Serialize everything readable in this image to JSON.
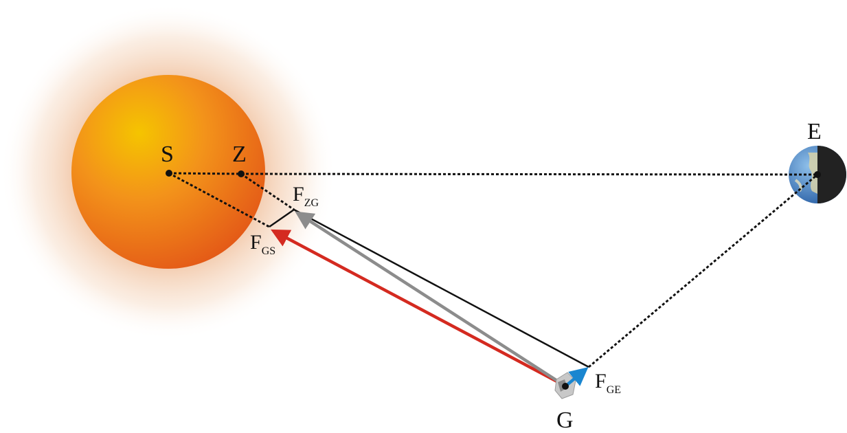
{
  "labels": {
    "S": "S",
    "Z": "Z",
    "E": "E",
    "G": "G"
  },
  "forces": {
    "zg": {
      "symbol": "F",
      "sub": "ZG"
    },
    "gs": {
      "symbol": "F",
      "sub": "GS"
    },
    "ge": {
      "symbol": "F",
      "sub": "GE"
    }
  },
  "colors": {
    "sun_center": "#f5c400",
    "sun_edge": "#e8601c",
    "glow": "#e9a06a",
    "f_gs": "#d42a20",
    "f_zg": "#8c8c8c",
    "f_ge": "#1a86d0",
    "dashed": "#111111",
    "earth_ocean": "#3f7fc4",
    "earth_night": "#222222"
  }
}
